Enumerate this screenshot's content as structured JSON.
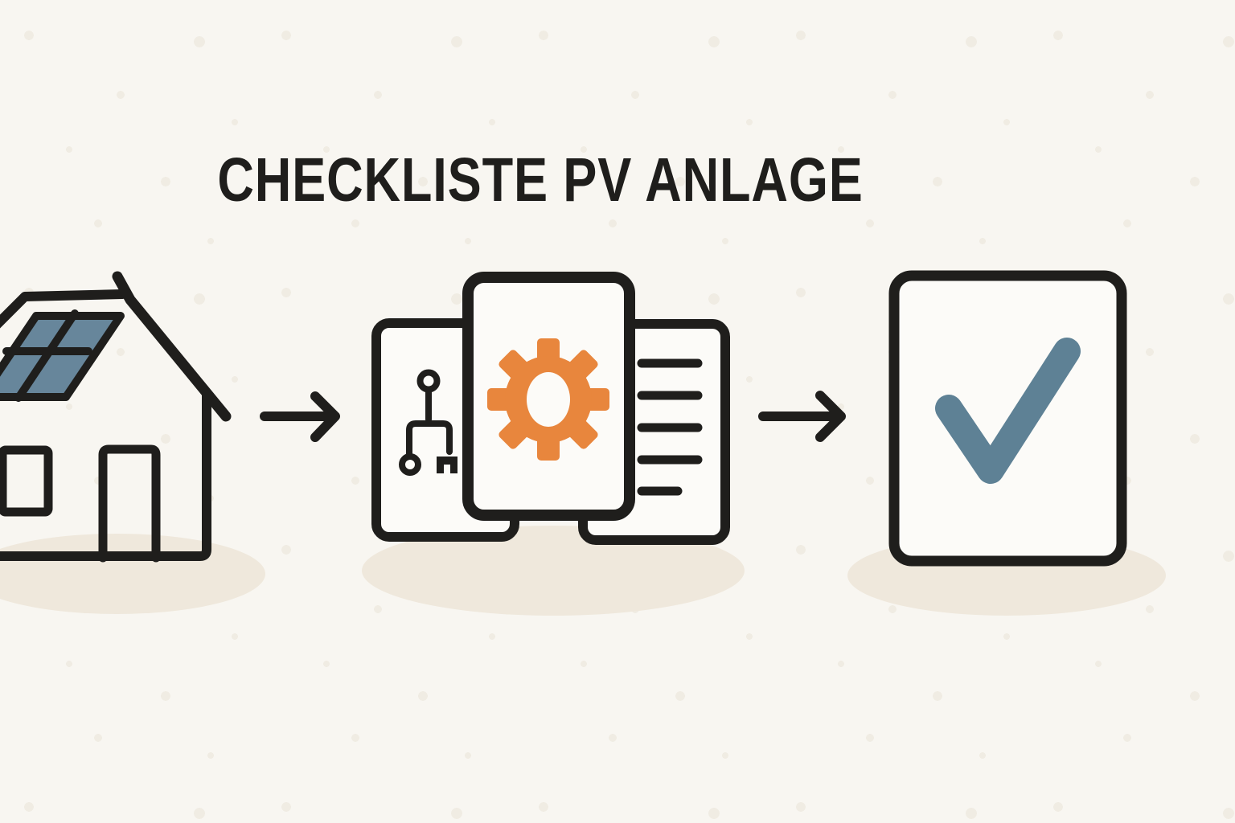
{
  "title": "CHECKLISTE PV ANLAGE",
  "flow": {
    "step1_icon": "house-with-solar-panel",
    "arrow1_icon": "arrow-right",
    "step2_icon": "documents-with-gear",
    "arrow2_icon": "arrow-right",
    "step3_icon": "document-with-checkmark"
  },
  "colors": {
    "background": "#f8f6f1",
    "outline": "#1f1e1c",
    "title_text": "#1f1e1c",
    "card_fill": "#fcfbf8",
    "solar_panel_blue": "#67869b",
    "checkmark_blue": "#5e8195",
    "gear_orange": "#e8863d",
    "shadow_beige": "#efe8dc",
    "speckle": "#f0ece3"
  }
}
